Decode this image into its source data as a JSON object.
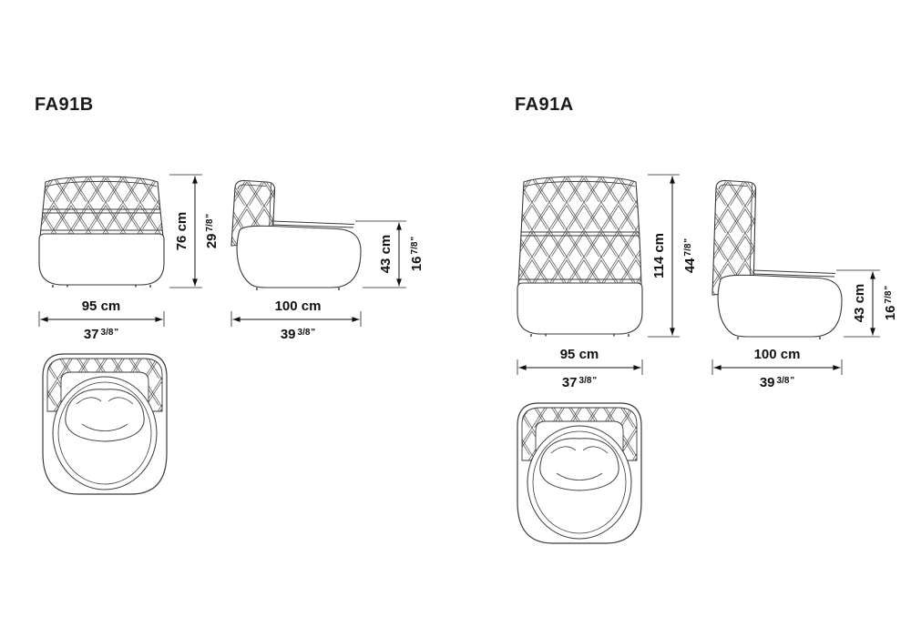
{
  "page": {
    "background": "#ffffff",
    "line_color": "#3a3a3a",
    "text_color": "#111111"
  },
  "products": {
    "fa91b": {
      "title": "FA91B",
      "front": {
        "height": {
          "cm": "76 cm",
          "in_whole": "29",
          "in_frac": "7/8",
          "in_mark": "\""
        },
        "width": {
          "cm": "95 cm",
          "in_whole": "37",
          "in_frac": "3/8",
          "in_mark": "\""
        }
      },
      "side": {
        "height": {
          "cm": "43 cm",
          "in_whole": "16",
          "in_frac": "7/8",
          "in_mark": "\""
        },
        "width": {
          "cm": "100 cm",
          "in_whole": "39",
          "in_frac": "3/8",
          "in_mark": "\""
        }
      }
    },
    "fa91a": {
      "title": "FA91A",
      "front": {
        "height": {
          "cm": "114 cm",
          "in_whole": "44",
          "in_frac": "7/8",
          "in_mark": "\""
        },
        "width": {
          "cm": "95 cm",
          "in_whole": "37",
          "in_frac": "3/8",
          "in_mark": "\""
        }
      },
      "side": {
        "height": {
          "cm": "43 cm",
          "in_whole": "16",
          "in_frac": "7/8",
          "in_mark": "\""
        },
        "width": {
          "cm": "100 cm",
          "in_whole": "39",
          "in_frac": "3/8",
          "in_mark": "\""
        }
      }
    }
  }
}
